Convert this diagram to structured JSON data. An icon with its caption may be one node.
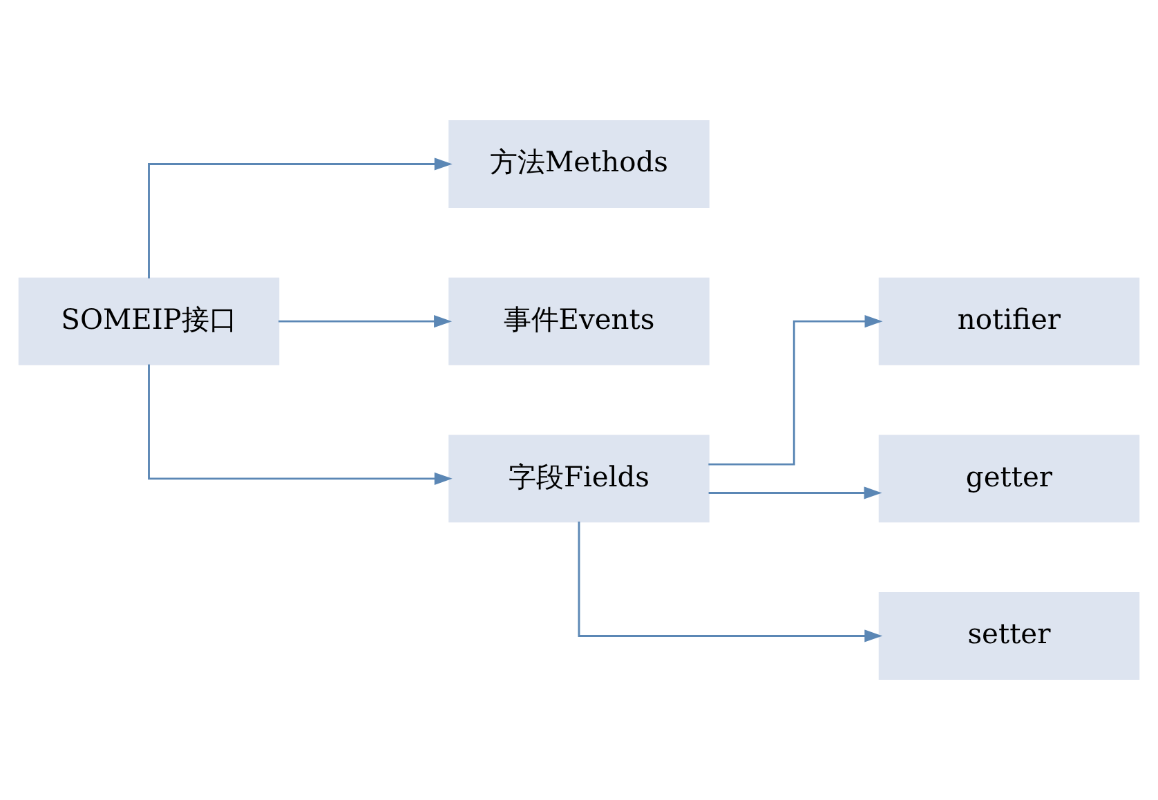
{
  "diagram": {
    "nodes": [
      {
        "text": [
          "SOMEIP接口"
        ]
      },
      {
        "text": [
          "方法Methods"
        ]
      },
      {
        "text": [
          "事件Events"
        ]
      },
      {
        "text": [
          "字段Fields"
        ]
      },
      {
        "text": [
          "notifier"
        ]
      },
      {
        "text": [
          "getter"
        ]
      },
      {
        "text": [
          "setter"
        ]
      }
    ],
    "edges": [
      {
        "from": 0,
        "to": 1,
        "arrow": "to"
      },
      {
        "from": 0,
        "to": 2,
        "arrow": "to"
      },
      {
        "from": 0,
        "to": 3,
        "arrow": "to"
      },
      {
        "from": 3,
        "to": 4,
        "arrow": "to"
      },
      {
        "from": 3,
        "to": 5,
        "arrow": "to"
      },
      {
        "from": 3,
        "to": 6,
        "arrow": "to"
      }
    ]
  }
}
